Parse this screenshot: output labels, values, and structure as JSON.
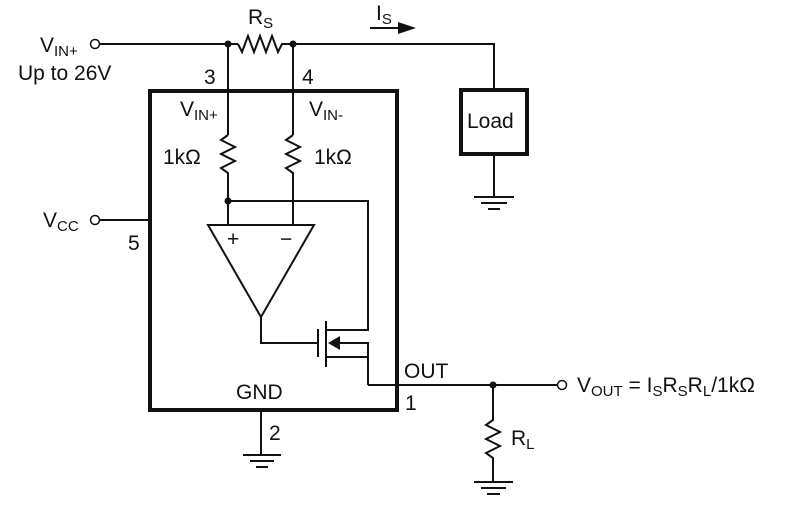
{
  "labels": {
    "vin_plus_main": "V",
    "vin_plus_main_sub": "IN+",
    "vin_range": "Up to 26V",
    "rs": "R",
    "rs_sub": "S",
    "is": "I",
    "is_sub": "S",
    "pin3": "3",
    "pin4": "4",
    "pin5": "5",
    "pin1": "1",
    "pin2": "2",
    "vin_plus_inner": "V",
    "vin_plus_inner_sub": "IN+",
    "vin_minus_inner": "V",
    "vin_minus_inner_sub": "IN-",
    "r1": "1kΩ",
    "r2": "1kΩ",
    "load": "Load",
    "vcc": "V",
    "vcc_sub": "CC",
    "opamp_plus": "+",
    "opamp_minus": "−",
    "gnd": "GND",
    "out": "OUT",
    "rl": "R",
    "rl_sub": "L",
    "vout": "V",
    "vout_sub": "OUT",
    "vout_eq1": " = I",
    "vout_eq_s1": "S",
    "vout_eq2": "R",
    "vout_eq_s2": "S",
    "vout_eq3": "R",
    "vout_eq_s3": "L",
    "vout_eq4": "/1kΩ"
  }
}
